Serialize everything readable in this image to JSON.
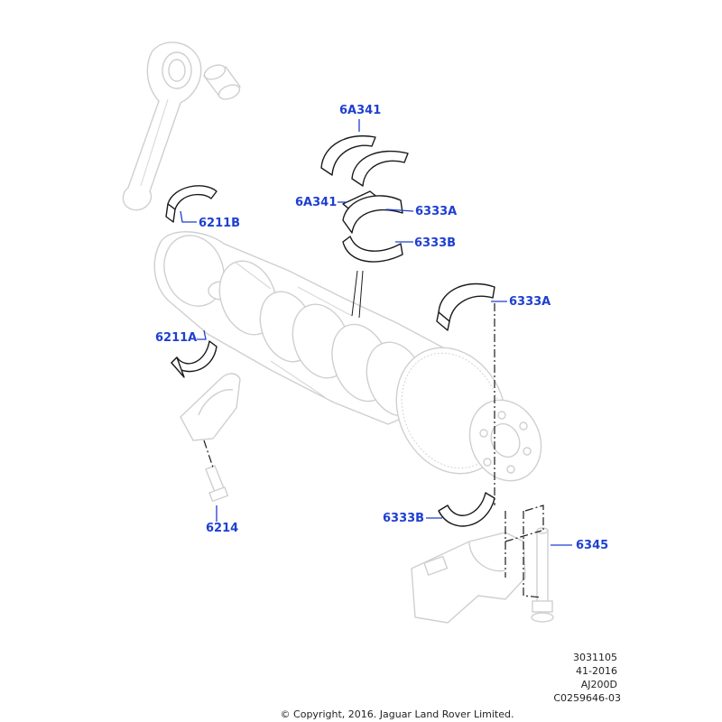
{
  "diagram": {
    "top_mark": "'",
    "callouts": {
      "c6211b": "6211B",
      "c6211a": "6211A",
      "c6214": "6214",
      "c6a341_top": "6A341",
      "c6a341_mid": "6A341",
      "c6333a_top": "6333A",
      "c6333b_top": "6333B",
      "c6333a_right": "6333A",
      "c6333b_bottom": "6333B",
      "c6345": "6345"
    },
    "reference": {
      "line1": "3031105",
      "line2": "41-2016",
      "line3": "AJ200D",
      "line4": "C0259646-03"
    },
    "copyright": "© Copyright, 2016. Jaguar Land Rover Limited.",
    "colors": {
      "callout": "#1f3fd1",
      "outline": "#1a1a1a",
      "ghost": "#cfcfcf"
    }
  }
}
